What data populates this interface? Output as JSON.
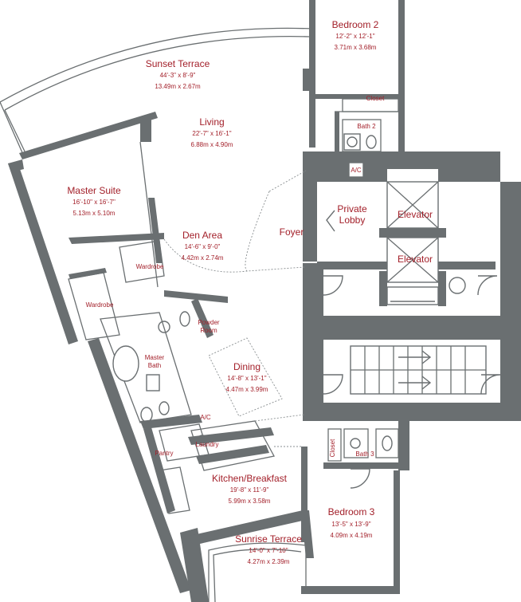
{
  "rooms": {
    "sunset_terrace": {
      "name": "Sunset Terrace",
      "dim_ft": "44'-3\" x 8'-9\"",
      "dim_m": "13.49m x 2.67m"
    },
    "bedroom2": {
      "name": "Bedroom 2",
      "dim_ft": "12'-2\" x 12'-1\"",
      "dim_m": "3.71m x 3.68m"
    },
    "living": {
      "name": "Living",
      "dim_ft": "22'-7\" x 16'-1\"",
      "dim_m": "6.88m x 4.90m"
    },
    "master_suite": {
      "name": "Master Suite",
      "dim_ft": "16'-10\" x 16'-7\"",
      "dim_m": "5.13m x 5.10m"
    },
    "den_area": {
      "name": "Den Area",
      "dim_ft": "14'-6\" x 9'-0\"",
      "dim_m": "4.42m x 2.74m"
    },
    "dining": {
      "name": "Dining",
      "dim_ft": "14'-8\" x 13'-1\"",
      "dim_m": "4.47m x 3.99m"
    },
    "kitchen": {
      "name": "Kitchen/Breakfast",
      "dim_ft": "19'-8\" x 11'-9\"",
      "dim_m": "5.99m x 3.58m"
    },
    "bedroom3": {
      "name": "Bedroom 3",
      "dim_ft": "13'-5\" x 13'-9\"",
      "dim_m": "4.09m x 4.19m"
    },
    "sunrise_terrace": {
      "name": "Sunrise Terrace",
      "dim_ft": "14'-0\" x 7'-10\"",
      "dim_m": "4.27m x 2.39m"
    }
  },
  "labels": {
    "closet_top": "Closet",
    "bath2": "Bath 2",
    "ac_top": "A/C",
    "foyer": "Foyer",
    "private": "Private",
    "lobby": "Lobby",
    "elevator1": "Elevator",
    "elevator2": "Elevator",
    "wardrobe1": "Wardrobe",
    "wardrobe2": "Wardrobe",
    "powder": "Powder",
    "room": "Room",
    "master": "Master",
    "bath": "Bath",
    "ac_mid": "A/C",
    "laundry": "Laundry",
    "pantry": "Pantry",
    "closet_bottom": "Closet",
    "bath3": "Bath 3"
  },
  "colors": {
    "wall": "#6a6f71",
    "label": "#a3202a",
    "background": "#ffffff"
  }
}
